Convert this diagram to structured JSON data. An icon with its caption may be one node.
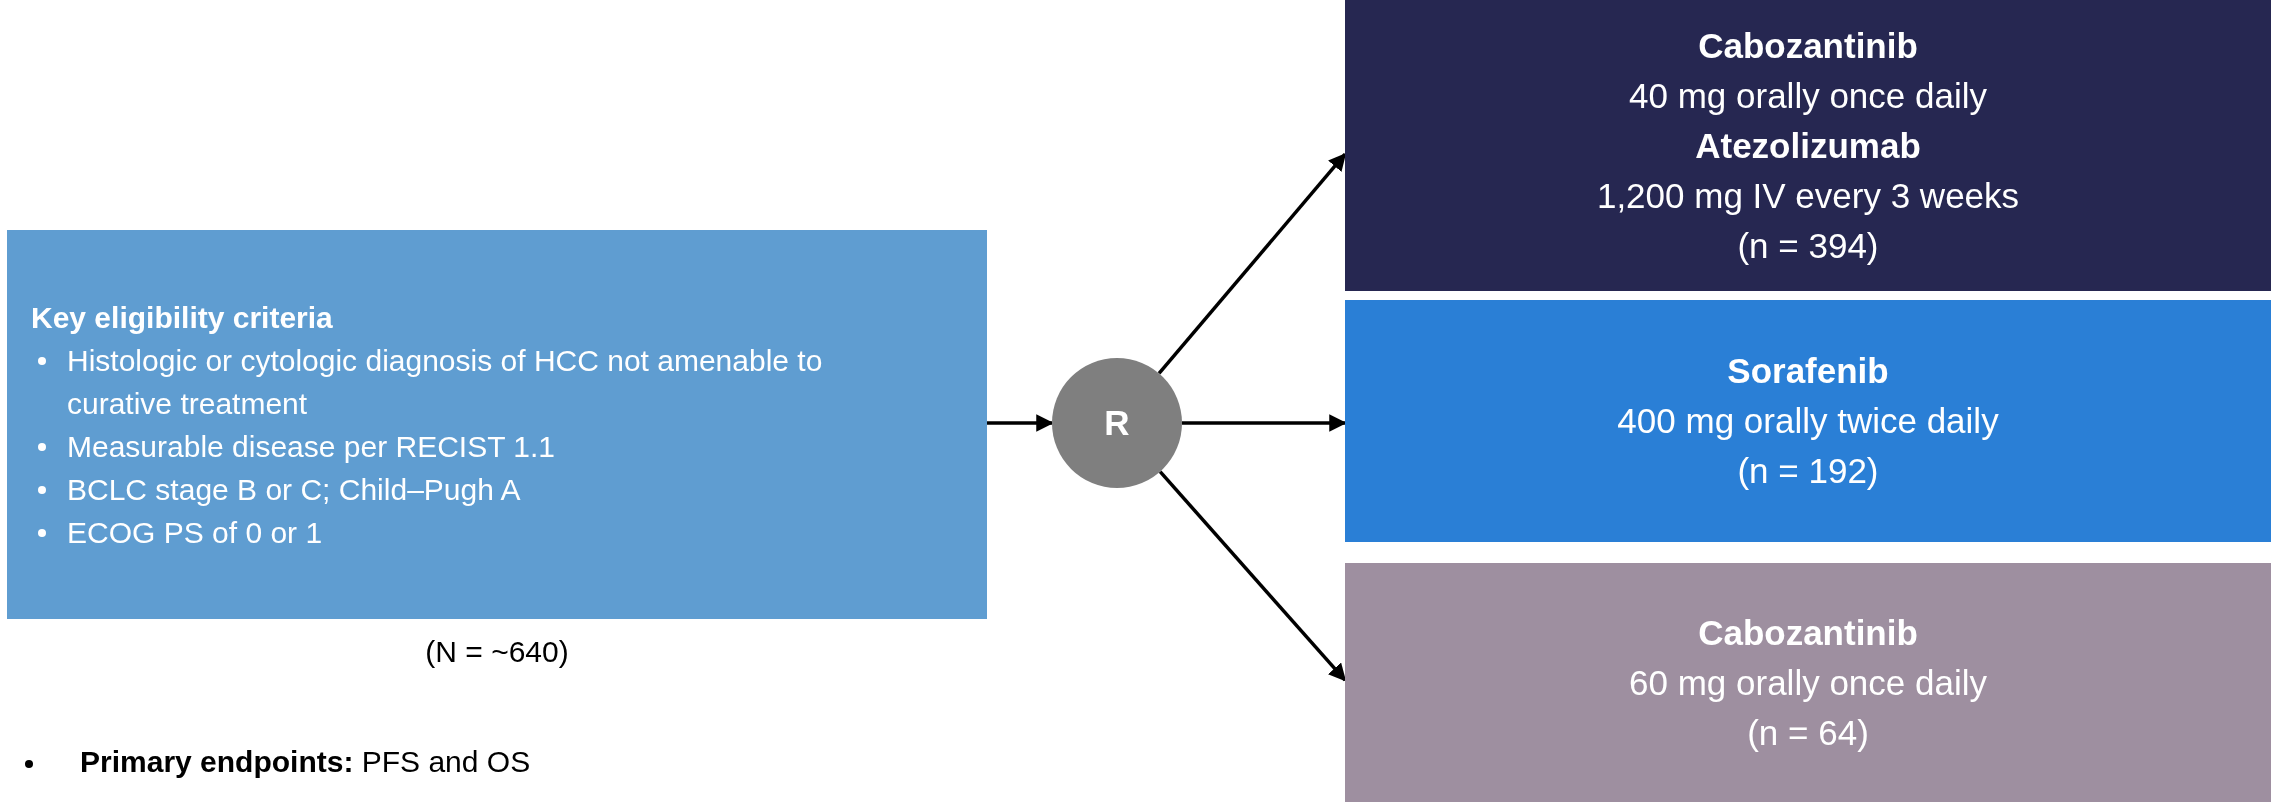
{
  "diagram": {
    "nodes": [
      {
        "text": [
          "Key eligibility criteria",
          "Histologic or cytologic diagnosis of HCC not amenable to curative treatment",
          "Measurable disease per RECIST 1.1",
          "BCLC stage B or C; Child–Pugh A",
          "ECOG PS of 0 or 1"
        ],
        "beside": [
          "(N = ~640)"
        ]
      },
      {
        "text": [
          "R"
        ]
      },
      {
        "text": [
          "Cabozantinib",
          "40 mg orally once daily",
          "Atezolizumab",
          "1,200 mg IV every 3 weeks",
          "(n = 394)"
        ]
      },
      {
        "text": [
          "Sorafenib",
          "400 mg orally twice daily",
          "(n = 192)"
        ]
      },
      {
        "text": [
          "Cabozantinib",
          "60 mg orally once daily",
          "(n = 64)"
        ]
      }
    ],
    "edges": [
      {
        "from": 0,
        "to": 1,
        "arrow": "to"
      },
      {
        "from": 1,
        "to": 2,
        "arrow": "to"
      },
      {
        "from": 1,
        "to": 3,
        "arrow": "to"
      },
      {
        "from": 1,
        "to": 4,
        "arrow": "to"
      }
    ],
    "labels": [
      "**Primary endpoints:** PFS and OS"
    ]
  }
}
